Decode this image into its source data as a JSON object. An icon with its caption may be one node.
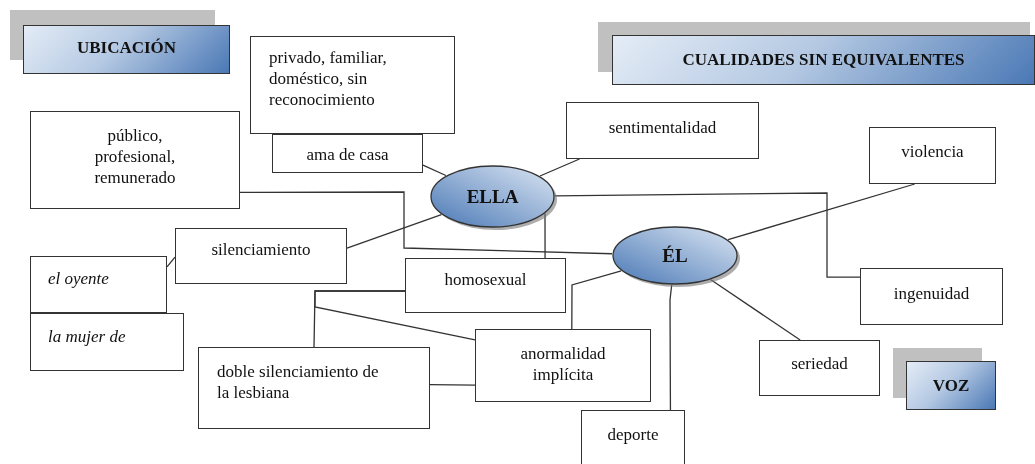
{
  "diagram": {
    "nodes": [
      {
        "text": [
          "UBICACIÓN"
        ]
      },
      {
        "text": [
          "CUALIDADES SIN EQUIVALENTES"
        ]
      },
      {
        "text": [
          "privado, familiar, doméstico, sin reconocimiento"
        ]
      },
      {
        "text": [
          "ama de casa"
        ]
      },
      {
        "text": [
          "público, profesional, remunerado"
        ]
      },
      {
        "text": [
          "sentimentalidad"
        ]
      },
      {
        "text": [
          "ELLA"
        ]
      },
      {
        "text": [
          "violencia"
        ]
      },
      {
        "text": [
          "silenciamiento"
        ]
      },
      {
        "text": [
          "ÉL"
        ]
      },
      {
        "text": [
          "el oyente"
        ]
      },
      {
        "text": [
          "homosexual"
        ]
      },
      {
        "text": [
          "ingenuidad"
        ]
      },
      {
        "text": [
          "la mujer de"
        ]
      },
      {
        "text": [
          "anormalidad implícita"
        ]
      },
      {
        "text": [
          "seriedad"
        ]
      },
      {
        "text": [
          "VOZ"
        ]
      },
      {
        "text": [
          "doble silenciamiento de la lesbiana"
        ]
      },
      {
        "text": [
          "deporte"
        ]
      }
    ],
    "edges": [
      {
        "from": 3,
        "to": 6,
        "arrow": "none"
      },
      {
        "from": 4,
        "to": 9,
        "arrow": "none"
      },
      {
        "from": 5,
        "to": 6,
        "arrow": "none"
      },
      {
        "from": 6,
        "to": 12,
        "arrow": "none"
      },
      {
        "from": 6,
        "to": 11,
        "arrow": "none"
      },
      {
        "from": 8,
        "to": 6,
        "arrow": "none"
      },
      {
        "from": 8,
        "to": 10,
        "arrow": "none"
      },
      {
        "from": 7,
        "to": 9,
        "arrow": "none"
      },
      {
        "from": 11,
        "to": 17,
        "arrow": "none"
      },
      {
        "from": 11,
        "to": 14,
        "arrow": "none"
      },
      {
        "from": 17,
        "to": 14,
        "arrow": "none"
      },
      {
        "from": 14,
        "to": 9,
        "arrow": "none"
      },
      {
        "from": 9,
        "to": 18,
        "arrow": "none"
      },
      {
        "from": 9,
        "to": 15,
        "arrow": "none"
      }
    ]
  }
}
